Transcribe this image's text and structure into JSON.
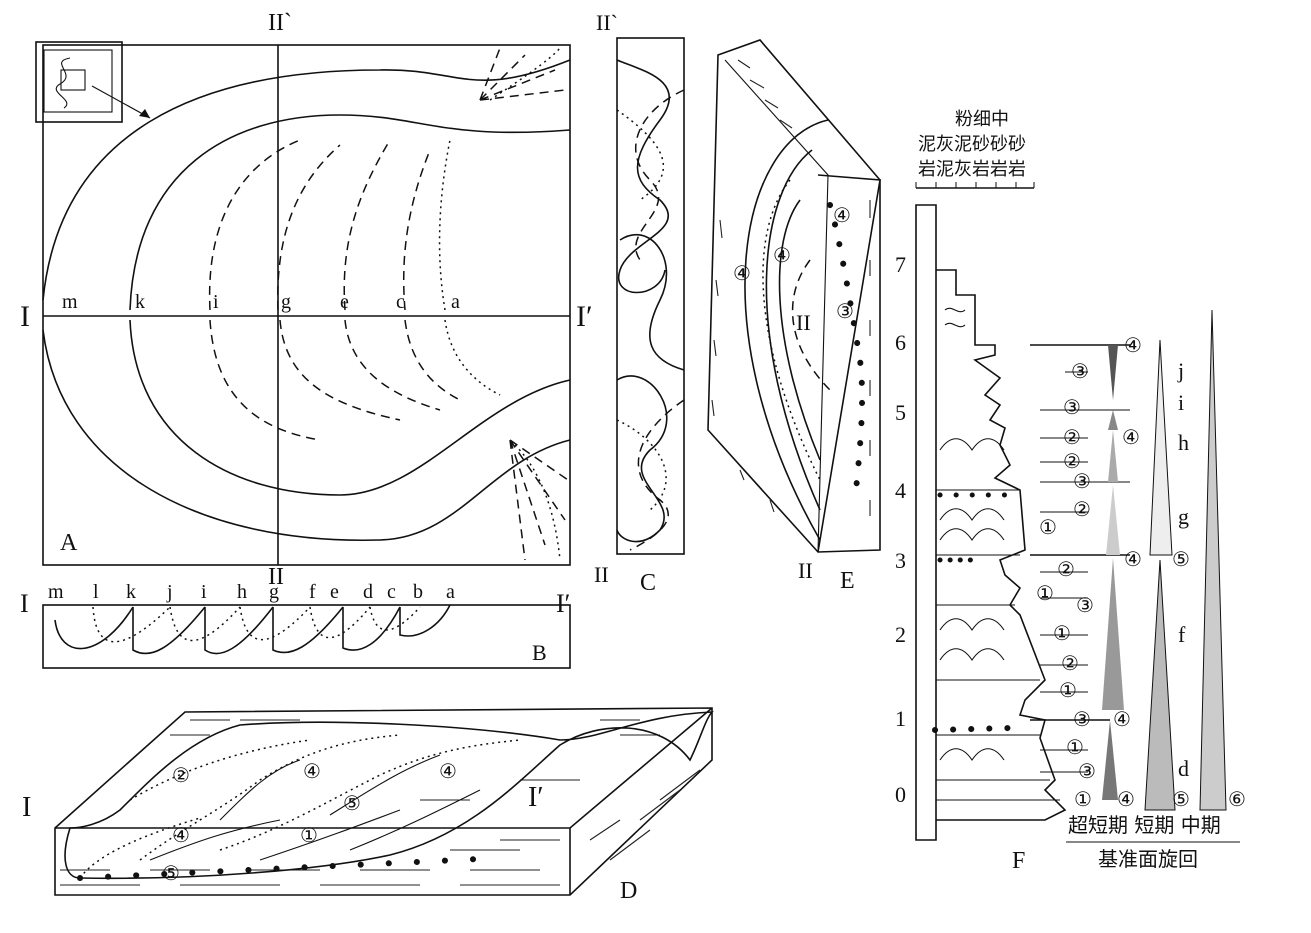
{
  "panels": {
    "A": "A",
    "B": "B",
    "C": "C",
    "D": "D",
    "E": "E",
    "F": "F"
  },
  "sections": {
    "I": "I",
    "I_prime": "I′",
    "II": "II",
    "II_prime": "II`"
  },
  "panel_A_letters": [
    "m",
    "k",
    "i",
    "g",
    "e",
    "c",
    "a"
  ],
  "panel_B_letters": [
    "m",
    "l",
    "k",
    "j",
    "i",
    "h",
    "g",
    "f",
    "e",
    "d",
    "c",
    "b",
    "a"
  ],
  "circled": {
    "one": "①",
    "two": "②",
    "three": "③",
    "four": "④",
    "five": "⑤",
    "six": "⑥"
  },
  "panel_F": {
    "lithology_header": [
      "粉细中",
      "泥灰泥砂砂砂",
      "岩泥灰岩岩岩"
    ],
    "depth_ticks": [
      "7",
      "6",
      "5",
      "4",
      "3",
      "2",
      "1",
      "0"
    ],
    "cycle_letters": [
      "j",
      "i",
      "h",
      "g",
      "f",
      "d"
    ],
    "legend_cycles": "超短期 短期 中期",
    "legend_caption": "基准面旋回"
  }
}
